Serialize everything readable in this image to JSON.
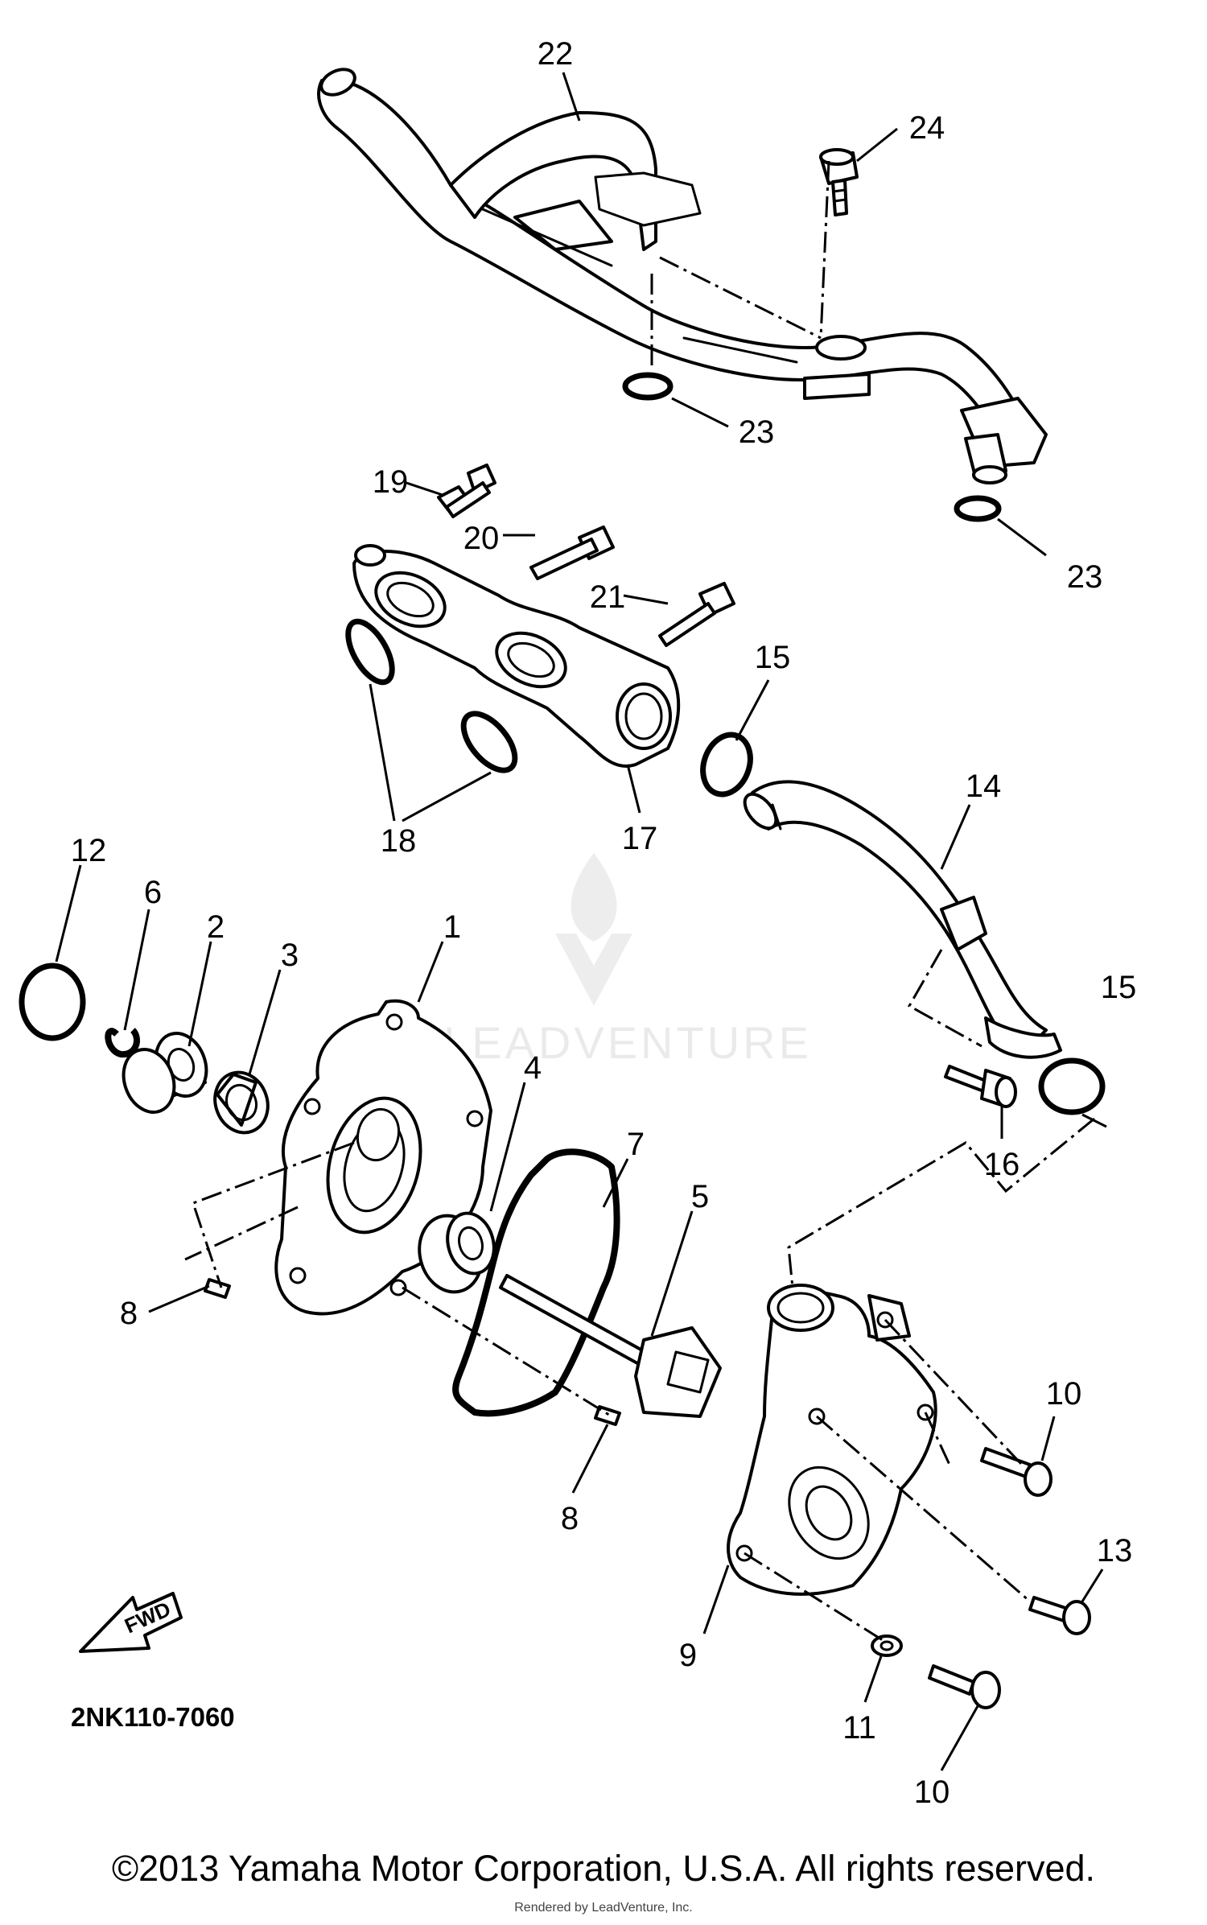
{
  "diagram": {
    "code": "2NK110-7060",
    "fwd_label": "FWD",
    "watermark": "LEADVENTURE",
    "callouts": {
      "n1": "1",
      "n2": "2",
      "n3": "3",
      "n4": "4",
      "n5": "5",
      "n6": "6",
      "n7": "7",
      "n8a": "8",
      "n8b": "8",
      "n9": "9",
      "n10a": "10",
      "n10b": "10",
      "n11": "11",
      "n12": "12",
      "n13": "13",
      "n14": "14",
      "n15a": "15",
      "n15b": "15",
      "n16": "16",
      "n17": "17",
      "n18": "18",
      "n19": "19",
      "n20": "20",
      "n21": "21",
      "n22": "22",
      "n23a": "23",
      "n23b": "23",
      "n24": "24"
    }
  },
  "footer": {
    "copyright": "©2013 Yamaha Motor Corporation, U.S.A. All rights reserved.",
    "rendered_by": "Rendered by LeadVenture, Inc."
  }
}
